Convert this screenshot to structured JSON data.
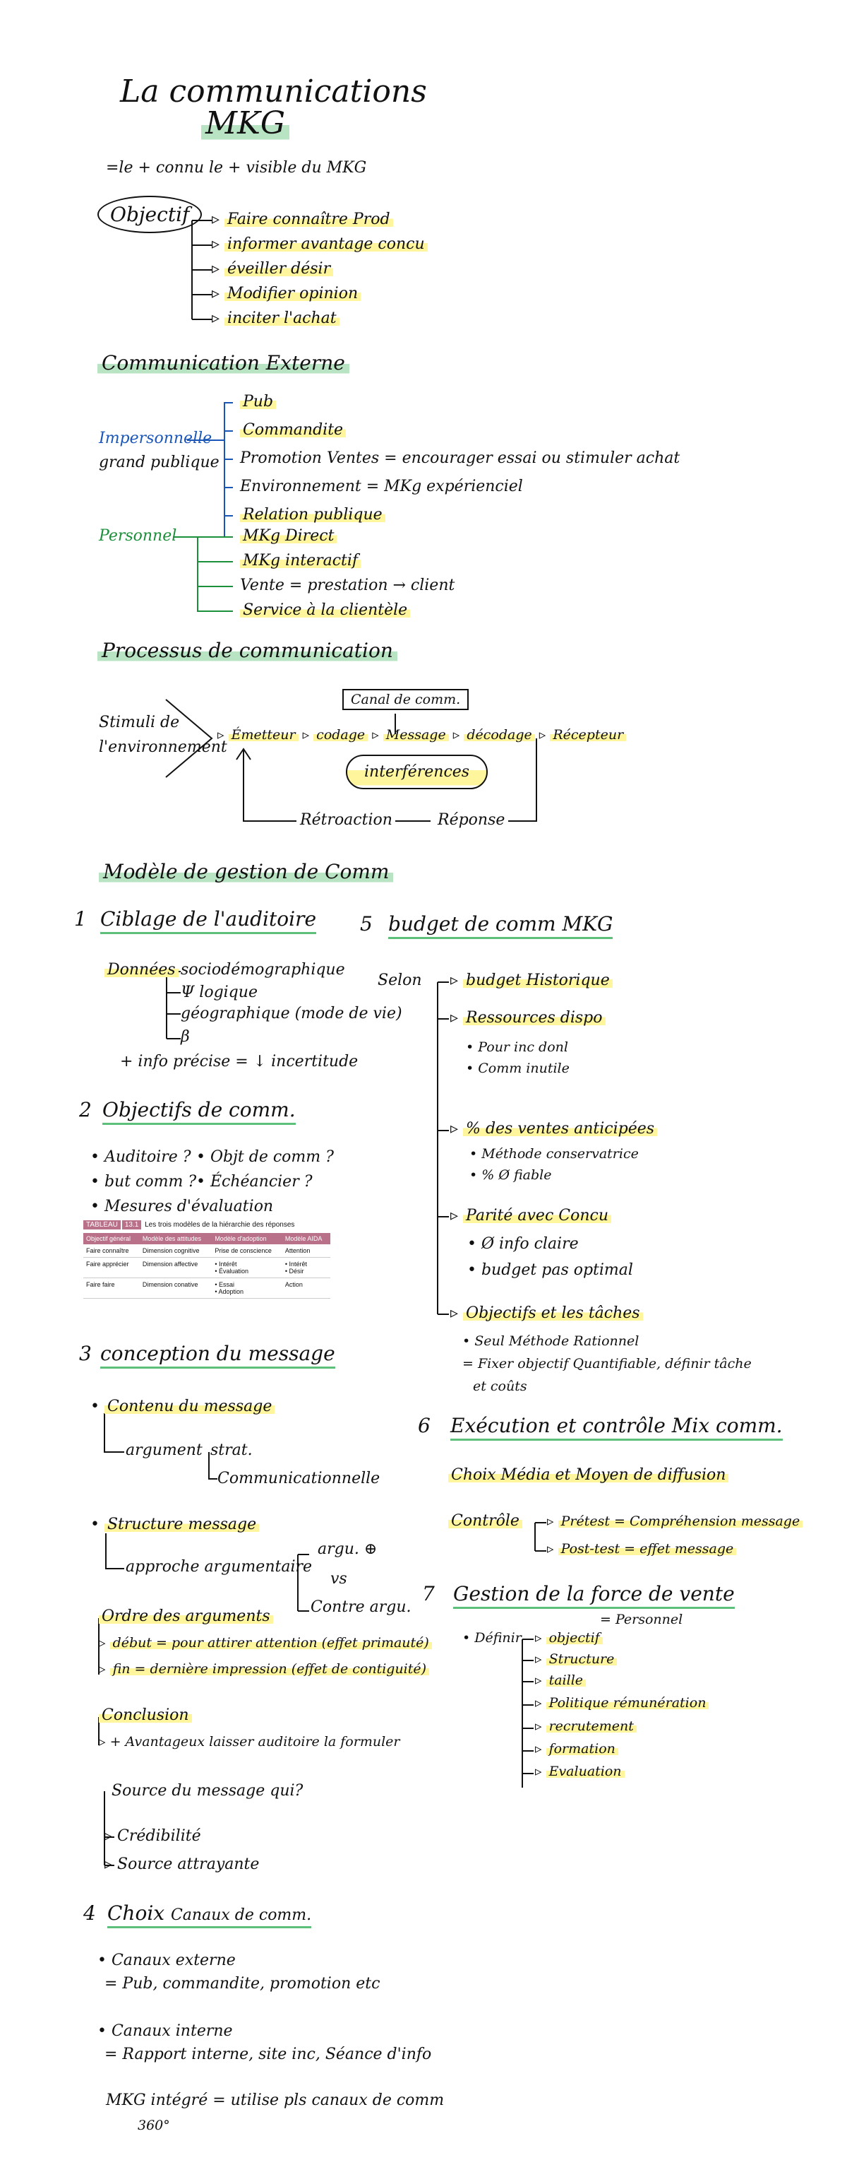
{
  "title": {
    "line1": "La communications",
    "line2": "MKG"
  },
  "intro": "=le + connu le + visible du MKG",
  "objectif": {
    "label": "Objectif",
    "items": [
      "Faire connaître Prod",
      "informer avantage concu",
      "éveiller désir",
      "Modifier opinion",
      "inciter l'achat"
    ]
  },
  "comm_externe": {
    "heading": "Communication Externe",
    "impersonnelle": "Impersonnelle",
    "grand_public": "grand publique",
    "personnel": "Personnel",
    "items": [
      "Pub",
      "Commandite",
      "Promotion Ventes = encourager essai ou stimuler achat",
      "Environnement = MKg expérienciel",
      "Relation publique",
      "MKg Direct",
      "MKg interactif",
      "Vente = prestation → client",
      "Service à la clientèle"
    ]
  },
  "processus": {
    "heading": "Processus de communication",
    "stimuli": [
      "Stimuli de",
      "l'environnement"
    ],
    "chain": [
      "Émetteur",
      "codage",
      "Message",
      "décodage",
      "Récepteur"
    ],
    "canal": "Canal de comm.",
    "interferences": "interférences",
    "retroaction": "Rétroaction",
    "reponse": "Réponse"
  },
  "modele": {
    "heading": "Modèle de gestion de Comm",
    "s1": {
      "num": "1",
      "title": "Ciblage de l'auditoire",
      "donnees": "Données",
      "items": [
        "sociodémographique",
        "Ψ logique",
        "géographique (mode de vie)",
        "β"
      ],
      "note": "+ info précise = ↓ incertitude"
    },
    "s2": {
      "num": "2",
      "title": "Objectifs de comm.",
      "items": [
        "• Auditoire ?",
        "• Objt de comm ?",
        "• but comm ?",
        "• Échéancier ?",
        "• Mesures d'évaluation"
      ]
    },
    "table": {
      "tag": "TABLEAU",
      "num": "13.1",
      "caption": "Les trois modèles de la hiérarchie des réponses",
      "headers": [
        "Objectif général",
        "Modèle des attitudes",
        "Modèle d'adoption",
        "Modèle AIDA"
      ],
      "rows": [
        [
          "Faire connaître",
          "Dimension cognitive",
          "Prise de conscience",
          "Attention"
        ],
        [
          "Faire apprécier",
          "Dimension affective",
          "• Intérêt\n• Évaluation",
          "• Intérêt\n• Désir"
        ],
        [
          "Faire faire",
          "Dimension conative",
          "• Essai\n• Adoption",
          "Action"
        ]
      ]
    },
    "s3": {
      "num": "3",
      "title": "conception du message",
      "contenu": "Contenu du message",
      "argument": "argument",
      "strat": "strat.",
      "communic": "Communicationnelle",
      "structure": "Structure message",
      "approche": "approche argumentaire",
      "argu": "argu. ⊕",
      "vs": "vs",
      "contre": "Contre argu.",
      "ordre": "Ordre des arguments",
      "debut": "début = pour attirer attention (effet primauté)",
      "fin": "fin = dernière impression (effet de contiguité)",
      "conclusion": "Conclusion",
      "conclusion_note": "+ Avantageux laisser auditoire la formuler",
      "source": "Source du message qui?",
      "credibilite": "Crédibilité",
      "attrayante": "Source attrayante"
    },
    "s4": {
      "num": "4",
      "title": "Choix",
      "subtitle": "Canaux de comm.",
      "externe": "• Canaux externe",
      "externe_note": "= Pub, commandite, promotion etc",
      "interne": "• Canaux interne",
      "interne_note": "= Rapport interne, site inc, Séance d'info",
      "integre": "MKG intégré = utilise pls canaux de comm",
      "deg": "360°"
    },
    "s5": {
      "num": "5",
      "title": "budget de comm MKG",
      "selon": "Selon",
      "historique": "budget Historique",
      "ressources": "Ressources dispo",
      "res_items": [
        "• Pour inc donl",
        "• Comm inutile"
      ],
      "ventes": "% des ventes anticipées",
      "ventes_items": [
        "• Méthode conservatrice",
        "• % Ø fiable"
      ],
      "parite": "Parité avec Concu",
      "parite_items": [
        "• Ø info claire",
        "• budget pas optimal"
      ],
      "objectifs": "Objectifs et les tâches",
      "obj_items": [
        "• Seul Méthode Rationnel",
        "= Fixer objectif Quantifiable, définir tâche",
        "et coûts"
      ]
    },
    "s6": {
      "num": "6",
      "title": "Exécution et contrôle Mix comm.",
      "choix": "Choix Média et Moyen de diffusion",
      "controle": "Contrôle",
      "pretest": "Prétest = Compréhension message",
      "posttest": "Post-test = effet message"
    },
    "s7": {
      "num": "7",
      "title": "Gestion de la force de vente",
      "personnel": "= Personnel",
      "definir": "• Définir",
      "items": [
        "objectif",
        "Structure",
        "taille",
        "Politique rémunération",
        "recrutement",
        "formation",
        "Evaluation"
      ]
    }
  }
}
